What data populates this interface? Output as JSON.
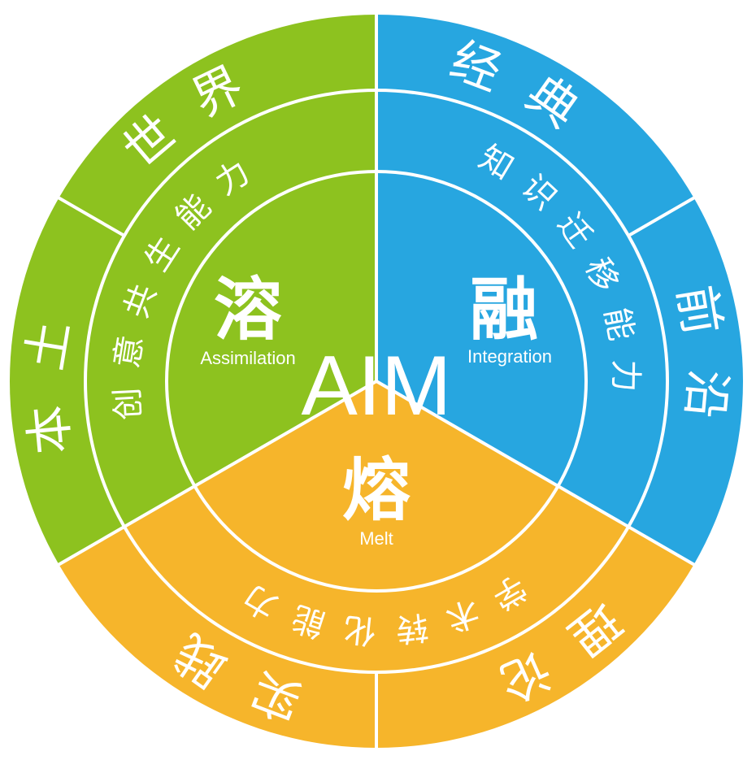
{
  "colors": {
    "assimilation": "#8DC21F",
    "integration": "#27A6E0",
    "melt": "#F6B52B",
    "divider": "#FFFFFF"
  },
  "center": {
    "label": "AIM"
  },
  "sectors": [
    {
      "key": "assimilation",
      "char": "溶",
      "english": "Assimilation",
      "ability": "创意共生能力",
      "outer": [
        "世界",
        "本土"
      ]
    },
    {
      "key": "integration",
      "char": "融",
      "english": "Integration",
      "ability": "知识迁移能力",
      "outer": [
        "经典",
        "前沿"
      ]
    },
    {
      "key": "melt",
      "char": "熔",
      "english": "Melt",
      "ability": "学术转化能力",
      "outer": [
        "理论",
        "实践"
      ]
    }
  ]
}
